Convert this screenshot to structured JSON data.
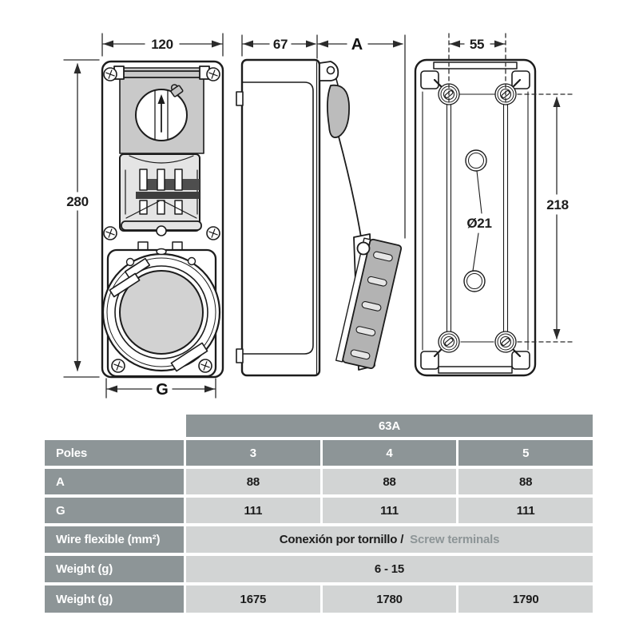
{
  "drawing": {
    "front_view": {
      "width_dim": "120",
      "height_dim": "280",
      "flange_dim": "G"
    },
    "side_view": {
      "depth_dim": "67",
      "socket_dim": "A"
    },
    "back_view": {
      "hole_spacing_dim": "55",
      "mounting_height_dim": "218",
      "hole_diameter_dim": "Ø21"
    }
  },
  "spec_table": {
    "rating_header": "63A",
    "rows": [
      {
        "label": "Poles",
        "values": [
          "3",
          "4",
          "5"
        ]
      },
      {
        "label": "A",
        "values": [
          "88",
          "88",
          "88"
        ]
      },
      {
        "label": "G",
        "values": [
          "111",
          "111",
          "111"
        ]
      },
      {
        "label": "Wire flexible (mm²)",
        "value_primary": "Conexión por tornillo /",
        "value_secondary": "Screw terminals"
      },
      {
        "label": "Weight (g)",
        "merged_value": "6 - 15"
      },
      {
        "label": "Weight (g)",
        "values": [
          "1675",
          "1780",
          "1790"
        ]
      }
    ]
  },
  "colors": {
    "table_header_bg": "#8d9597",
    "table_cell_bg": "#d2d4d4",
    "secondary_text": "#8d9597",
    "line_color": "#1c1c1c"
  }
}
